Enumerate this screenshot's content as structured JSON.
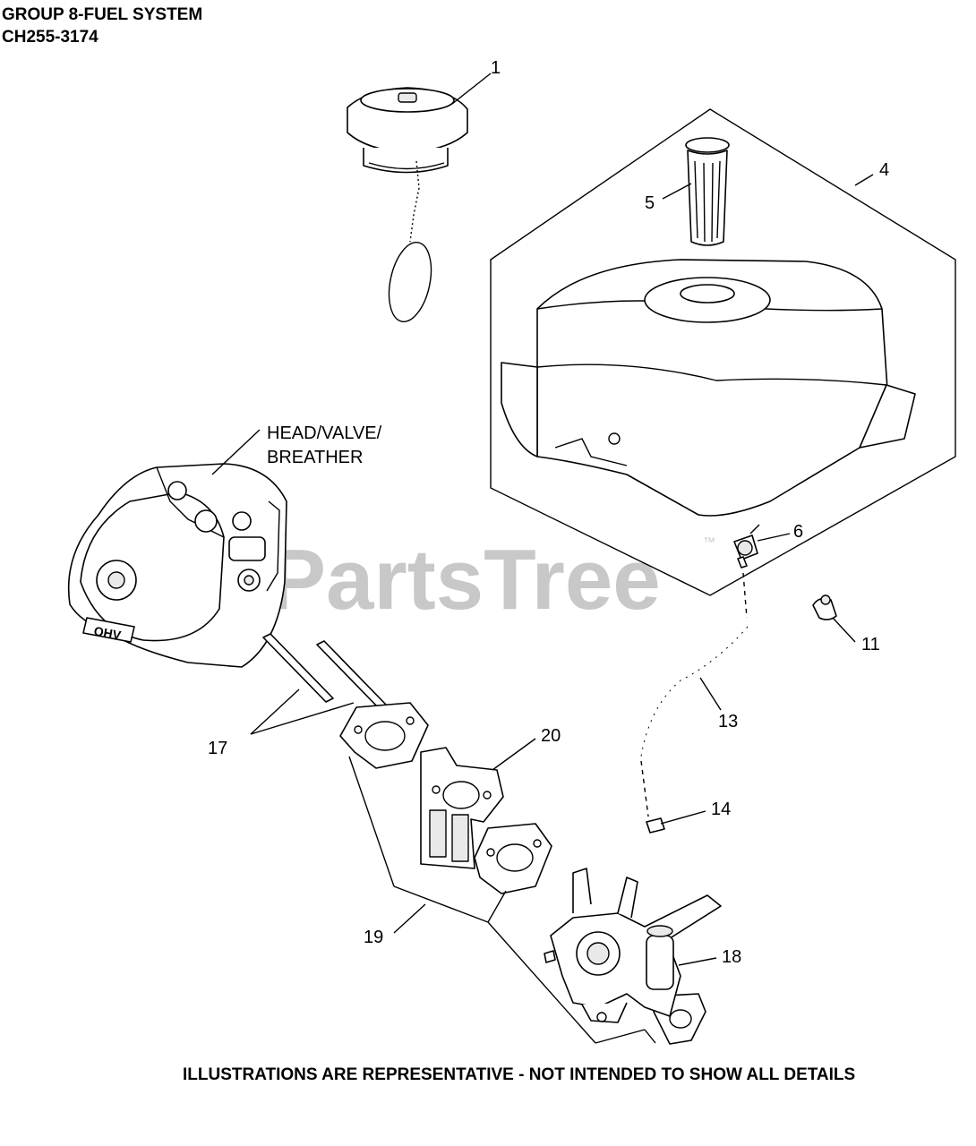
{
  "header": {
    "title": "GROUP 8-FUEL SYSTEM",
    "model": "CH255-3174"
  },
  "watermark": {
    "text": "PartsTree",
    "tm": "™"
  },
  "callouts": {
    "c1": "1",
    "c4": "4",
    "c5": "5",
    "c6": "6",
    "c11": "11",
    "c13": "13",
    "c14": "14",
    "c17": "17",
    "c18": "18",
    "c19": "19",
    "c20": "20",
    "head_line1": "HEAD/VALVE/",
    "head_line2": "BREATHER"
  },
  "footer": {
    "note": "ILLUSTRATIONS ARE REPRESENTATIVE - NOT INTENDED TO SHOW ALL DETAILS"
  }
}
